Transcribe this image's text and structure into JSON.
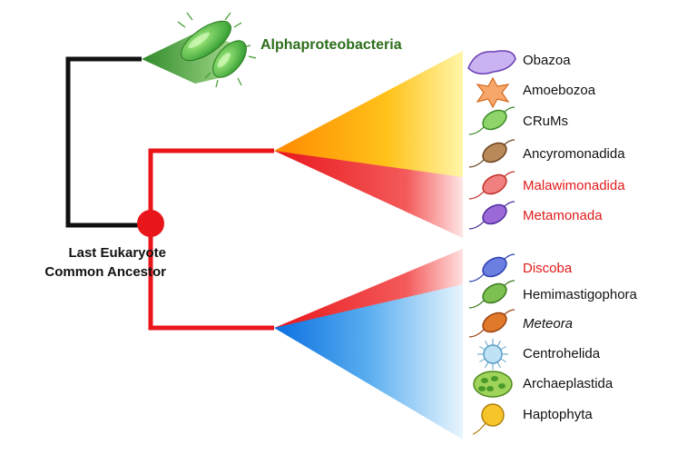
{
  "root": {
    "label_line1": "Last Eukaryote",
    "label_line2": "Common Ancestor"
  },
  "outgroup": {
    "label": "Alphaproteobacteria",
    "label_color": "#2c6e1b"
  },
  "colors": {
    "node": "#e8161b",
    "eukaryote_branch": "#e8161b",
    "outgroup_branch": "#111111",
    "upper_clade_yellow": "#ffe033",
    "upper_clade_orange": "#ff9900",
    "red_wedge": "#e8161b",
    "lower_clade_blue": "#1b7be6",
    "highlight_text": "#e01b1b"
  },
  "taxa": [
    {
      "name": "Obazoa",
      "highlight": false,
      "italic": false,
      "icon": "amoeboid-purple-icon"
    },
    {
      "name": "Amoebozoa",
      "highlight": false,
      "italic": false,
      "icon": "amoeba-star-icon"
    },
    {
      "name": "CRuMs",
      "highlight": false,
      "italic": false,
      "icon": "flagellate-green-icon"
    },
    {
      "name": "Ancyromonadida",
      "highlight": false,
      "italic": false,
      "icon": "flagellate-brown-icon"
    },
    {
      "name": "Malawimonadida",
      "highlight": true,
      "italic": false,
      "icon": "flagellate-red-icon"
    },
    {
      "name": "Metamonada",
      "highlight": true,
      "italic": false,
      "icon": "flagellate-purple-icon"
    },
    {
      "name": "Discoba",
      "highlight": true,
      "italic": false,
      "icon": "flagellate-blue-icon"
    },
    {
      "name": "Hemimastigophora",
      "highlight": false,
      "italic": false,
      "icon": "flagellate-leaf-icon"
    },
    {
      "name": "Meteora",
      "highlight": false,
      "italic": true,
      "icon": "flagellate-orange-icon"
    },
    {
      "name": "Centrohelida",
      "highlight": false,
      "italic": false,
      "icon": "heliozoan-icon"
    },
    {
      "name": "Archaeplastida",
      "highlight": false,
      "italic": false,
      "icon": "plant-cell-icon"
    },
    {
      "name": "Haptophyta",
      "highlight": false,
      "italic": false,
      "icon": "haptophyte-icon"
    }
  ]
}
